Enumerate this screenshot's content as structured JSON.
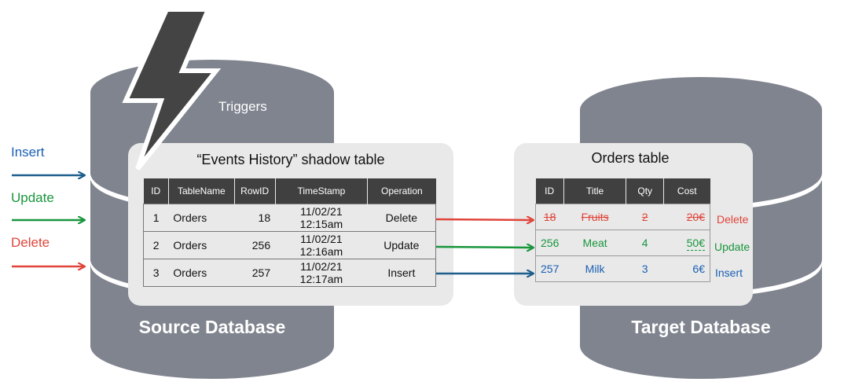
{
  "colors": {
    "db": "#80848f",
    "insert": "#1a5fb4",
    "update": "#18963c",
    "delete": "#e0443a",
    "arrow_insert": "#1c5e8c",
    "bolt": "#444444",
    "panel": "#e9e9e9",
    "header": "#404040"
  },
  "source": {
    "name": "Source Database",
    "triggers_label": "Triggers",
    "incoming_ops": [
      "Insert",
      "Update",
      "Delete"
    ]
  },
  "events_table": {
    "title": "“Events History” shadow table",
    "headers": [
      "ID",
      "TableName",
      "RowID",
      "TimeStamp",
      "Operation"
    ],
    "rows": [
      {
        "id": "1",
        "table": "Orders",
        "rowid": "18",
        "timestamp": "11/02/21 12:15am",
        "operation": "Delete"
      },
      {
        "id": "2",
        "table": "Orders",
        "rowid": "256",
        "timestamp": "11/02/21 12:16am",
        "operation": "Update"
      },
      {
        "id": "3",
        "table": "Orders",
        "rowid": "257",
        "timestamp": "11/02/21 12:17am",
        "operation": "Insert"
      }
    ]
  },
  "target": {
    "name": "Target Database",
    "orders_table": {
      "title": "Orders table",
      "headers": [
        "ID",
        "Title",
        "Qty",
        "Cost"
      ],
      "rows": [
        {
          "id": "18",
          "title": "Fruits",
          "qty": "2",
          "cost": "20€",
          "op": "Delete"
        },
        {
          "id": "256",
          "title": "Meat",
          "qty": "4",
          "cost": "50€",
          "op": "Update"
        },
        {
          "id": "257",
          "title": "Milk",
          "qty": "3",
          "cost": "6€",
          "op": "Insert"
        }
      ]
    }
  },
  "icons": [
    "lightning-bolt-icon",
    "arrow-right-icon"
  ]
}
